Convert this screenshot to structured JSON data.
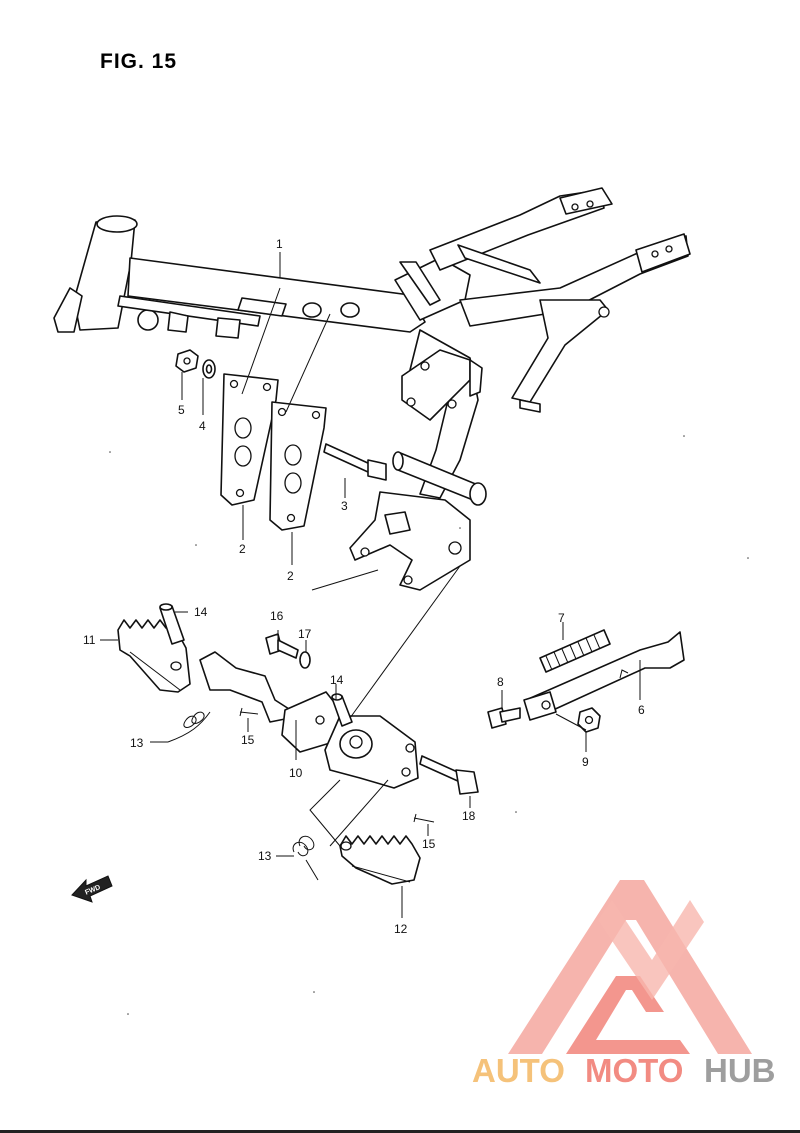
{
  "figure": {
    "title": "FIG. 15"
  },
  "parts": {
    "p1": "1",
    "p2a": "2",
    "p2b": "2",
    "p3": "3",
    "p4": "4",
    "p5": "5",
    "p6": "6",
    "p7": "7",
    "p8": "8",
    "p9": "9",
    "p10": "10",
    "p11": "11",
    "p12": "12",
    "p13a": "13",
    "p13b": "13",
    "p14a": "14",
    "p14b": "14",
    "p15a": "15",
    "p15b": "15",
    "p16": "16",
    "p17": "17",
    "p18": "18"
  },
  "fwd_marker": {
    "label": "FWD"
  },
  "watermark": {
    "part1": "AUTO",
    "part2": "MOTO",
    "part3": "HUB",
    "colors": {
      "auto": "#f5c27a",
      "moto": "#f28b82",
      "hub": "#9e9e9e"
    }
  }
}
